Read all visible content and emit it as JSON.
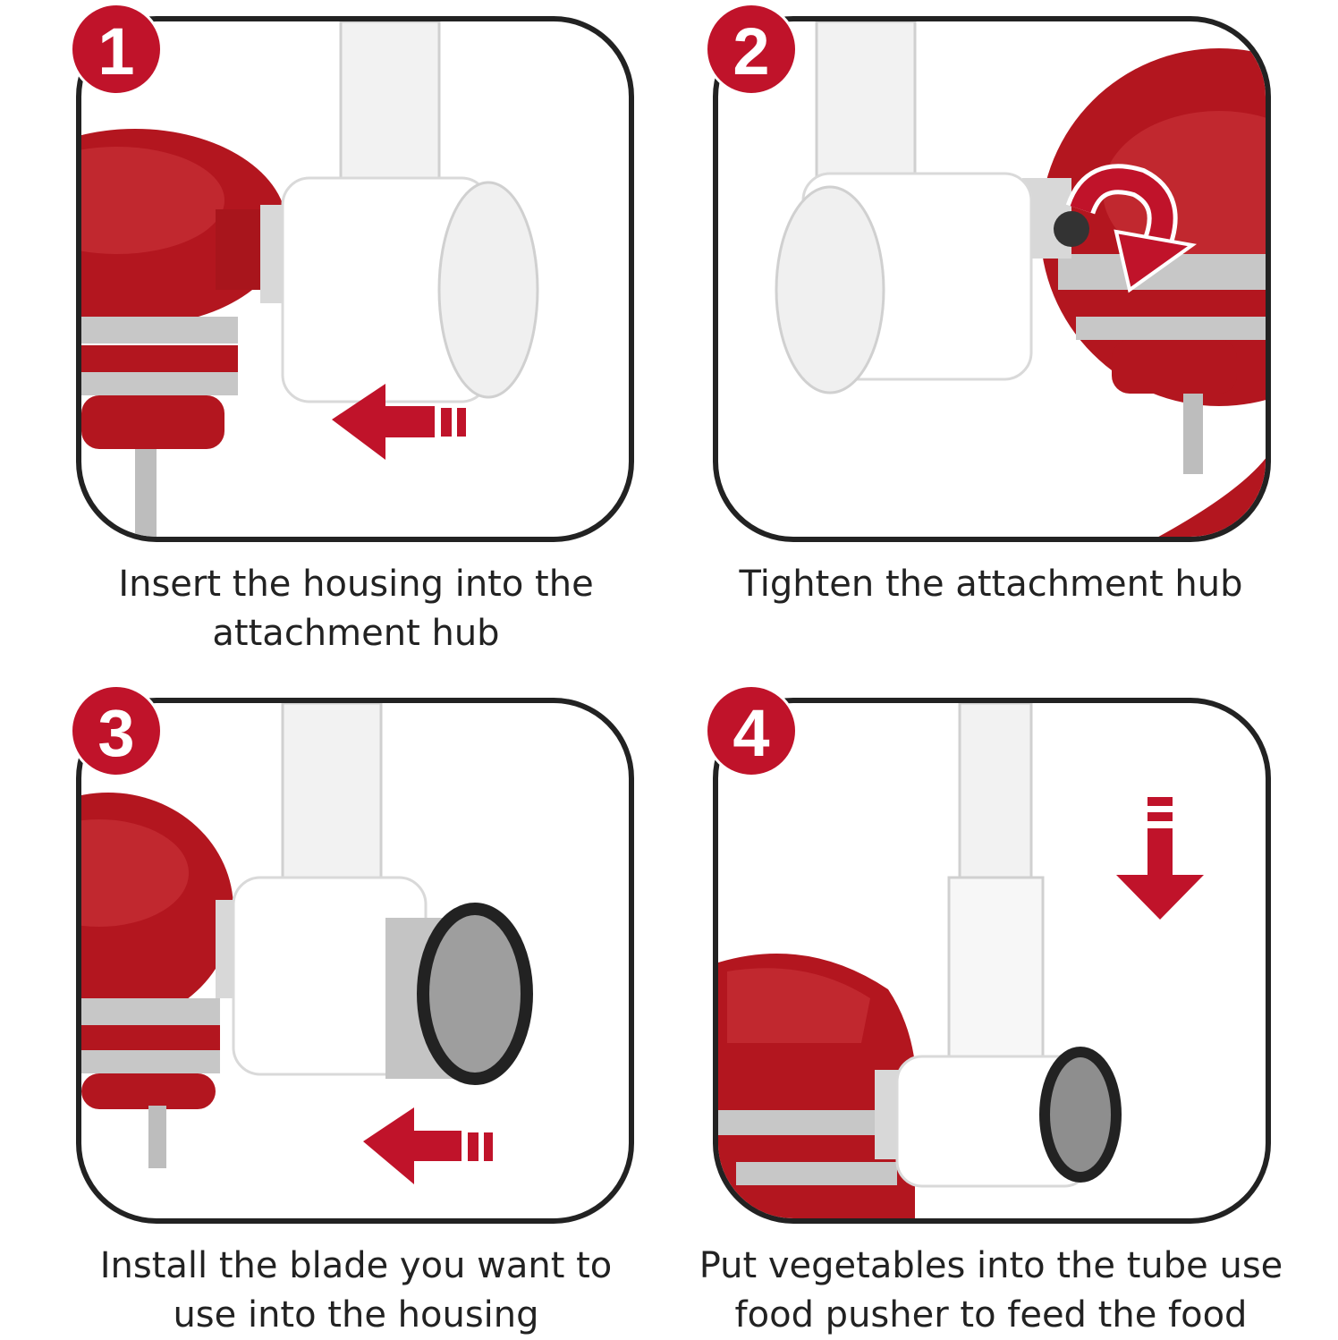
{
  "accent_color": "#c0132a",
  "steps": [
    {
      "number": "1",
      "caption_line1": "Insert the housing into the",
      "caption_line2": "attachment hub",
      "arrow": "left-arrow"
    },
    {
      "number": "2",
      "caption_line1": "Tighten the attachment hub",
      "caption_line2": "",
      "arrow": "rotate-clockwise-arrow"
    },
    {
      "number": "3",
      "caption_line1": "Install the blade you want to",
      "caption_line2": "use into the housing",
      "arrow": "left-arrow"
    },
    {
      "number": "4",
      "caption_line1": "Put vegetables into the tube use",
      "caption_line2": "food pusher to feed the food",
      "arrow": "down-arrow"
    }
  ]
}
